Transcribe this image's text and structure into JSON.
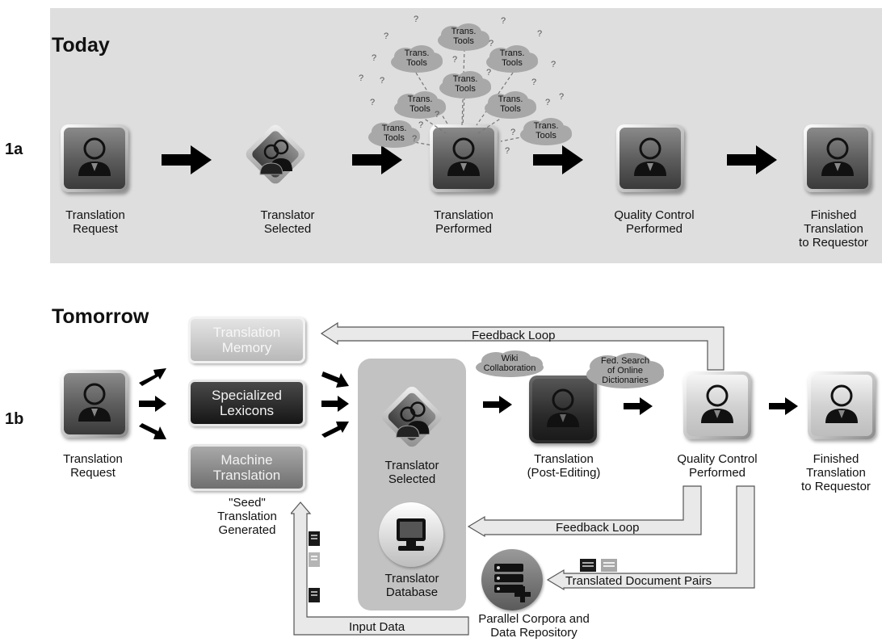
{
  "today": {
    "title": "Today",
    "row_label": "1a",
    "steps": [
      {
        "lines": [
          "Translation",
          "Request"
        ]
      },
      {
        "lines": [
          "Translator",
          "Selected"
        ]
      },
      {
        "lines": [
          "Translation",
          "Performed"
        ]
      },
      {
        "lines": [
          "Quality Control",
          "Performed"
        ]
      },
      {
        "lines": [
          "Finished",
          "Translation",
          "to Requestor"
        ]
      }
    ],
    "tools_label": [
      "Trans.",
      "Tools"
    ]
  },
  "tomorrow": {
    "title": "Tomorrow",
    "row_label": "1b",
    "request": [
      "Translation",
      "Request"
    ],
    "resources": {
      "memory": [
        "Translation",
        "Memory"
      ],
      "lexicons": [
        "Specialized",
        "Lexicons"
      ],
      "machine": [
        "Machine",
        "Translation"
      ]
    },
    "seed": [
      "\"Seed\"",
      "Translation",
      "Generated"
    ],
    "selected": [
      "Translator",
      "Selected"
    ],
    "database": [
      "Translator",
      "Database"
    ],
    "post_edit": [
      "Translation",
      "(Post-Editing)"
    ],
    "qc": [
      "Quality Control",
      "Performed"
    ],
    "finished": [
      "Finished",
      "Translation",
      "to Requestor"
    ],
    "wiki": [
      "Wiki",
      "Collaboration"
    ],
    "fed_search": [
      "Fed. Search",
      "of Online",
      "Dictionaries"
    ],
    "feedback_top": "Feedback Loop",
    "feedback_mid": "Feedback Loop",
    "doc_pairs": "Translated Document Pairs",
    "input_data": "Input Data",
    "repository": [
      "Parallel Corpora and",
      "Data Repository"
    ]
  }
}
